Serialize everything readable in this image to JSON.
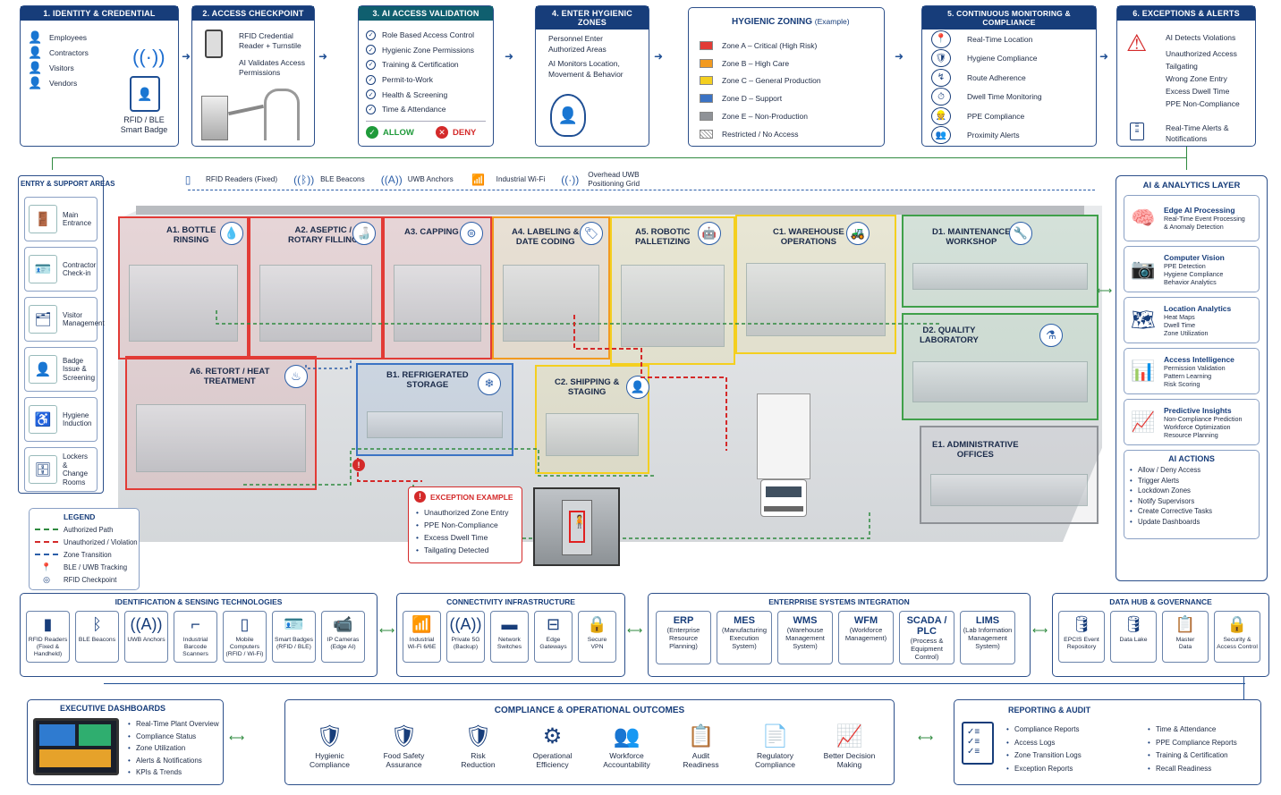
{
  "top": {
    "s1": {
      "title": "1. IDENTITY & CREDENTIAL",
      "people": [
        "Employees",
        "Contractors",
        "Visitors",
        "Vendors"
      ],
      "badge": "RFID / BLE\nSmart Badge"
    },
    "s2": {
      "title": "2. ACCESS CHECKPOINT",
      "l1": "RFID Credential\nReader + Turnstile",
      "l2": "AI Validates Access\nPermissions"
    },
    "s3": {
      "title": "3. AI ACCESS VALIDATION",
      "items": [
        "Role Based Access Control",
        "Hygienic Zone Permissions",
        "Training & Certification",
        "Permit-to-Work",
        "Health & Screening",
        "Time & Attendance"
      ],
      "allow": "ALLOW",
      "deny": "DENY"
    },
    "s4": {
      "title": "4. ENTER HYGIENIC ZONES",
      "l1": "Personnel Enter\nAuthorized Areas",
      "l2": "AI Monitors Location,\nMovement & Behavior"
    },
    "zoning": {
      "title": "HYGIENIC ZONING",
      "example": "(Example)",
      "zones": [
        {
          "label": "Zone A – Critical (High Risk)",
          "color": "#e23b36"
        },
        {
          "label": "Zone B – High Care",
          "color": "#f29a1f"
        },
        {
          "label": "Zone C – General Production",
          "color": "#f4cf1f"
        },
        {
          "label": "Zone D – Support",
          "color": "#3b73c4"
        },
        {
          "label": "Zone E – Non-Production",
          "color": "#8f9297"
        },
        {
          "label": "Restricted / No Access",
          "color": "#cfcfcf"
        }
      ]
    },
    "s5": {
      "title": "5. CONTINUOUS MONITORING & COMPLIANCE",
      "items": [
        "Real-Time Location",
        "Hygiene Compliance",
        "Route Adherence",
        "Dwell Time Monitoring",
        "PPE Compliance",
        "Proximity Alerts"
      ]
    },
    "s6": {
      "title": "6. EXCEPTIONS & ALERTS",
      "head": "AI Detects Violations",
      "items": [
        "Unauthorized Access",
        "Tailgating",
        "Wrong Zone Entry",
        "Excess Dwell Time",
        "PPE Non-Compliance"
      ],
      "notify": "Real-Time Alerts &\nNotifications"
    }
  },
  "sensors": [
    "RFID Readers (Fixed)",
    "BLE Beacons",
    "UWB Anchors",
    "Industrial Wi-Fi",
    "Overhead UWB\nPositioning Grid"
  ],
  "entry": {
    "title": "ENTRY & SUPPORT AREAS",
    "items": [
      "Main Entrance",
      "Contractor\nCheck-in",
      "Visitor\nManagement",
      "Badge Issue &\nScreening",
      "Hygiene Induction",
      "Lockers & Change\nRooms"
    ]
  },
  "zones": [
    {
      "name": "A1. BOTTLE\nRINSING",
      "icon": "💧"
    },
    {
      "name": "A2. ASEPTIC /\nROTARY FILLING",
      "icon": "🍶"
    },
    {
      "name": "A3. CAPPING",
      "icon": "⊜"
    },
    {
      "name": "A4. LABELING &\nDATE CODING",
      "icon": "🏷"
    },
    {
      "name": "A5. ROBOTIC\nPALLETIZING",
      "icon": "🤖"
    },
    {
      "name": "C1. WAREHOUSE\nOPERATIONS",
      "icon": "🚜"
    },
    {
      "name": "D1. MAINTENANCE\nWORKSHOP",
      "icon": "🔧"
    },
    {
      "name": "D2. QUALITY\nLABORATORY",
      "icon": "⚗"
    },
    {
      "name": "A6. RETORT / HEAT\nTREATMENT",
      "icon": "♨"
    },
    {
      "name": "B1. REFRIGERATED\nSTORAGE",
      "icon": "❄"
    },
    {
      "name": "C2. SHIPPING &\nSTAGING",
      "icon": "👤"
    },
    {
      "name": "E1. ADMINISTRATIVE\nOFFICES",
      "icon": ""
    }
  ],
  "exception": {
    "title": "EXCEPTION EXAMPLE",
    "items": [
      "Unauthorized Zone Entry",
      "PPE Non-Compliance",
      "Excess Dwell Time",
      "Tailgating Detected"
    ]
  },
  "legend": {
    "title": "LEGEND",
    "items": [
      "Authorized Path",
      "Unauthorized / Violation",
      "Zone Transition",
      "BLE / UWB Tracking",
      "RFID Checkpoint"
    ]
  },
  "ai": {
    "title": "AI & ANALYTICS LAYER",
    "items": [
      {
        "t": "Edge AI Processing",
        "d": "Real-Time Event Processing\n& Anomaly Detection",
        "i": "🧠"
      },
      {
        "t": "Computer Vision",
        "d": "PPE Detection\nHygiene Compliance\nBehavior Analytics",
        "i": "📷"
      },
      {
        "t": "Location Analytics",
        "d": "Heat Maps\nDwell Time\nZone Utilization",
        "i": "🗺"
      },
      {
        "t": "Access Intelligence",
        "d": "Permission Validation\nPattern Learning\nRisk Scoring",
        "i": "📊"
      },
      {
        "t": "Predictive Insights",
        "d": "Non-Compliance Prediction\nWorkforce Optimization\nResource Planning",
        "i": "📈"
      }
    ],
    "actions_title": "AI ACTIONS",
    "actions": [
      "Allow / Deny Access",
      "Trigger Alerts",
      "Lockdown Zones",
      "Notify Supervisors",
      "Create Corrective Tasks",
      "Update Dashboards"
    ]
  },
  "tech": {
    "title": "IDENTIFICATION & SENSING TECHNOLOGIES",
    "items": [
      {
        "l": "RFID Readers\n(Fixed & Handheld)",
        "i": "▮"
      },
      {
        "l": "BLE Beacons",
        "i": "ᛒ"
      },
      {
        "l": "UWB Anchors",
        "i": "((A))"
      },
      {
        "l": "Industrial\nBarcode Scanners",
        "i": "⌐"
      },
      {
        "l": "Mobile Computers\n(RFID / Wi-Fi)",
        "i": "▯"
      },
      {
        "l": "Smart Badges\n(RFID / BLE)",
        "i": "🪪"
      },
      {
        "l": "IP Cameras\n(Edge AI)",
        "i": "📹"
      }
    ]
  },
  "conn": {
    "title": "CONNECTIVITY INFRASTRUCTURE",
    "items": [
      {
        "l": "Industrial\nWi-Fi 6/6E",
        "i": "📶"
      },
      {
        "l": "Private 5G\n(Backup)",
        "i": "((A))"
      },
      {
        "l": "Network\nSwitches",
        "i": "▬"
      },
      {
        "l": "Edge\nGateways",
        "i": "⊟"
      },
      {
        "l": "Secure\nVPN",
        "i": "🔒"
      }
    ]
  },
  "ent": {
    "title": "ENTERPRISE SYSTEMS INTEGRATION",
    "items": [
      {
        "n": "ERP",
        "d": "(Enterprise\nResource\nPlanning)"
      },
      {
        "n": "MES",
        "d": "(Manufacturing\nExecution\nSystem)"
      },
      {
        "n": "WMS",
        "d": "(Warehouse\nManagement\nSystem)"
      },
      {
        "n": "WFM",
        "d": "(Workforce\nManagement)"
      },
      {
        "n": "SCADA / PLC",
        "d": "(Process &\nEquipment\nControl)"
      },
      {
        "n": "LIMS",
        "d": "(Lab Information\nManagement\nSystem)"
      }
    ]
  },
  "hub": {
    "title": "DATA HUB & GOVERNANCE",
    "items": [
      {
        "l": "EPCIS Event\nRepository",
        "i": "🛢"
      },
      {
        "l": "Data Lake",
        "i": "🛢"
      },
      {
        "l": "Master\nData",
        "i": "📋"
      },
      {
        "l": "Security &\nAccess Control",
        "i": "🔒"
      }
    ]
  },
  "dash": {
    "title": "EXECUTIVE DASHBOARDS",
    "items": [
      "Real-Time Plant Overview",
      "Compliance Status",
      "Zone Utilization",
      "Alerts & Notifications",
      "KPIs & Trends"
    ]
  },
  "outcomes": {
    "title": "COMPLIANCE & OPERATIONAL OUTCOMES",
    "items": [
      {
        "l": "Hygienic\nCompliance",
        "i": "🛡"
      },
      {
        "l": "Food Safety\nAssurance",
        "i": "🛡"
      },
      {
        "l": "Risk\nReduction",
        "i": "🛡"
      },
      {
        "l": "Operational\nEfficiency",
        "i": "⚙"
      },
      {
        "l": "Workforce\nAccountability",
        "i": "👥"
      },
      {
        "l": "Audit\nReadiness",
        "i": "📋"
      },
      {
        "l": "Regulatory\nCompliance",
        "i": "📄"
      },
      {
        "l": "Better Decision\nMaking",
        "i": "📈"
      }
    ]
  },
  "report": {
    "title": "REPORTING & AUDIT",
    "col1": [
      "Compliance Reports",
      "Access Logs",
      "Zone Transition Logs",
      "Exception Reports"
    ],
    "col2": [
      "Time & Attendance",
      "PPE Compliance Reports",
      "Training & Certification",
      "Recall Readiness"
    ]
  }
}
